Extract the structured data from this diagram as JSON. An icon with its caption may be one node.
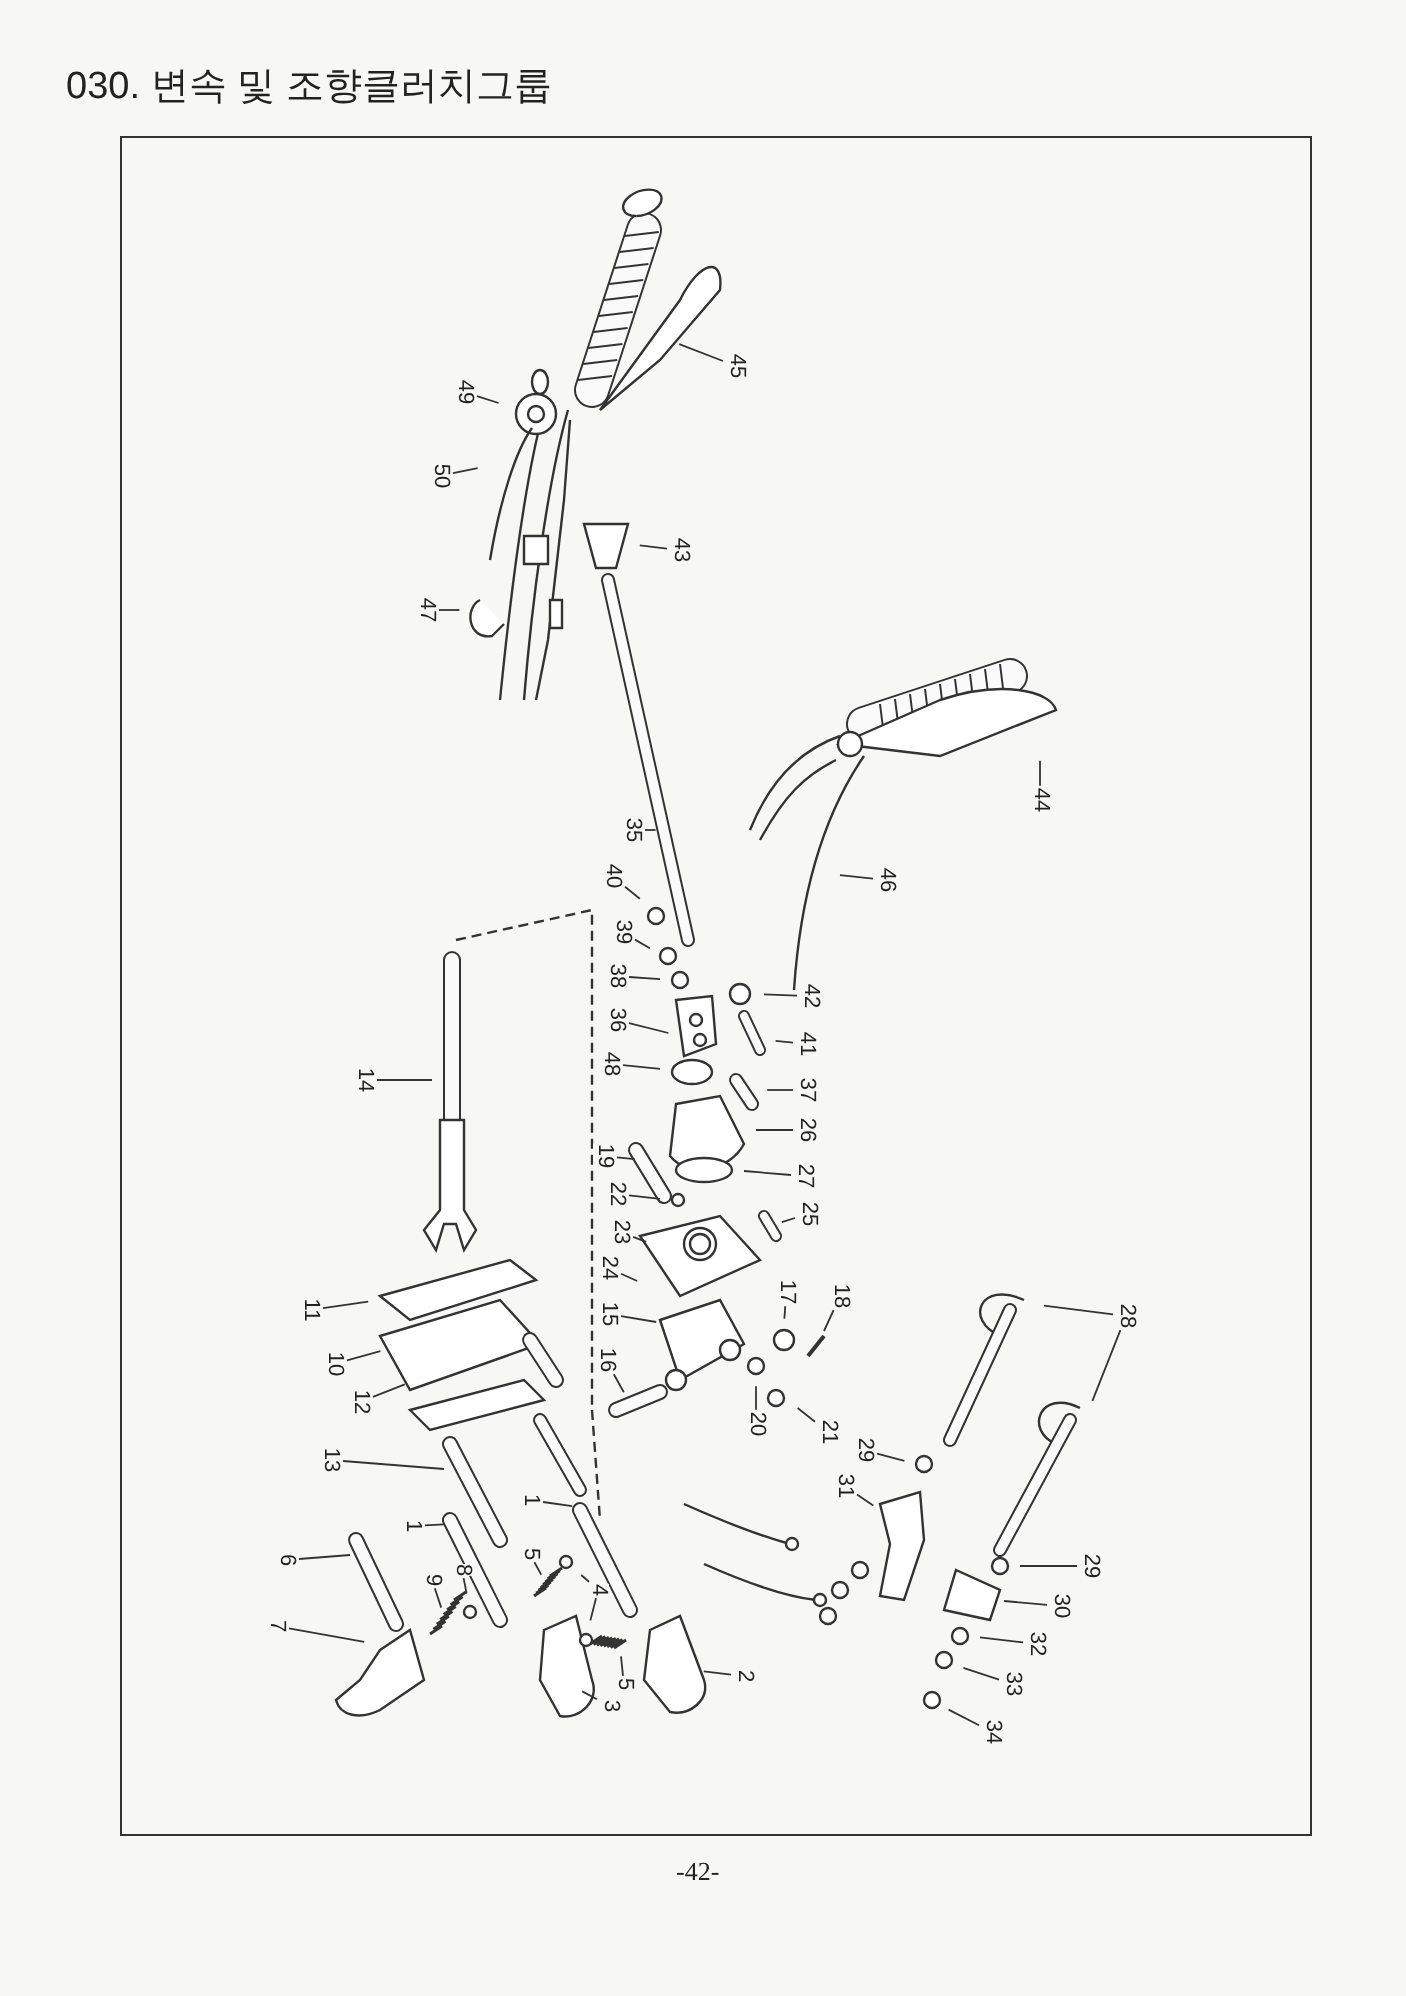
{
  "diagram": {
    "title": "030. 변속 및 조향클러치그룹",
    "nodes": [
      {
        "text": [
          "49"
        ]
      },
      {
        "text": [
          "45"
        ]
      },
      {
        "text": [
          "50"
        ]
      },
      {
        "text": [
          "43"
        ]
      },
      {
        "text": [
          "47"
        ]
      },
      {
        "text": [
          "44"
        ]
      },
      {
        "text": [
          "35"
        ]
      },
      {
        "text": [
          "40"
        ]
      },
      {
        "text": [
          "46"
        ]
      },
      {
        "text": [
          "39"
        ]
      },
      {
        "text": [
          "38"
        ]
      },
      {
        "text": [
          "42"
        ]
      },
      {
        "text": [
          "36"
        ]
      },
      {
        "text": [
          "41"
        ]
      },
      {
        "text": [
          "48"
        ]
      },
      {
        "text": [
          "37"
        ]
      },
      {
        "text": [
          "14"
        ]
      },
      {
        "text": [
          "26"
        ]
      },
      {
        "text": [
          "19"
        ]
      },
      {
        "text": [
          "27"
        ]
      },
      {
        "text": [
          "22"
        ]
      },
      {
        "text": [
          "25"
        ]
      },
      {
        "text": [
          "23"
        ]
      },
      {
        "text": [
          "24"
        ]
      },
      {
        "text": [
          "17"
        ]
      },
      {
        "text": [
          "18"
        ]
      },
      {
        "text": [
          "11"
        ]
      },
      {
        "text": [
          "15"
        ]
      },
      {
        "text": [
          "28"
        ]
      },
      {
        "text": [
          "10"
        ]
      },
      {
        "text": [
          "16"
        ]
      },
      {
        "text": [
          "12"
        ]
      },
      {
        "text": [
          "20"
        ]
      },
      {
        "text": [
          "21"
        ]
      },
      {
        "text": [
          "13"
        ]
      },
      {
        "text": [
          "29"
        ]
      },
      {
        "text": [
          "31"
        ]
      },
      {
        "text": [
          "1"
        ]
      },
      {
        "text": [
          "1"
        ]
      },
      {
        "text": [
          "6"
        ]
      },
      {
        "text": [
          "5"
        ]
      },
      {
        "text": [
          "4"
        ]
      },
      {
        "text": [
          "7"
        ]
      },
      {
        "text": [
          "9"
        ]
      },
      {
        "text": [
          "8"
        ]
      },
      {
        "text": [
          "29"
        ]
      },
      {
        "text": [
          "30"
        ]
      },
      {
        "text": [
          "5"
        ]
      },
      {
        "text": [
          "32"
        ]
      },
      {
        "text": [
          "2"
        ]
      },
      {
        "text": [
          "33"
        ]
      },
      {
        "text": [
          "3"
        ]
      },
      {
        "text": [
          "34"
        ]
      }
    ],
    "edges": [
      {
        "from": 0,
        "to": null,
        "arrow": "none"
      },
      {
        "from": 1,
        "to": null,
        "arrow": "none"
      },
      {
        "from": 2,
        "to": null,
        "arrow": "none"
      },
      {
        "from": 3,
        "to": null,
        "arrow": "none"
      },
      {
        "from": 4,
        "to": null,
        "arrow": "none"
      },
      {
        "from": 5,
        "to": null,
        "arrow": "none"
      },
      {
        "from": 6,
        "to": null,
        "arrow": "none"
      },
      {
        "from": 7,
        "to": null,
        "arrow": "none"
      },
      {
        "from": 8,
        "to": null,
        "arrow": "none"
      },
      {
        "from": 9,
        "to": null,
        "arrow": "none"
      },
      {
        "from": 10,
        "to": null,
        "arrow": "none"
      },
      {
        "from": 11,
        "to": null,
        "arrow": "none"
      },
      {
        "from": 12,
        "to": null,
        "arrow": "none"
      },
      {
        "from": 13,
        "to": null,
        "arrow": "none"
      },
      {
        "from": 14,
        "to": null,
        "arrow": "none"
      },
      {
        "from": 15,
        "to": null,
        "arrow": "none"
      },
      {
        "from": 16,
        "to": null,
        "arrow": "none"
      },
      {
        "from": 17,
        "to": null,
        "arrow": "none"
      },
      {
        "from": 18,
        "to": null,
        "arrow": "none"
      },
      {
        "from": 19,
        "to": null,
        "arrow": "none"
      },
      {
        "from": 20,
        "to": null,
        "arrow": "none"
      },
      {
        "from": 21,
        "to": null,
        "arrow": "none"
      },
      {
        "from": 22,
        "to": null,
        "arrow": "none"
      },
      {
        "from": 23,
        "to": null,
        "arrow": "none"
      },
      {
        "from": 24,
        "to": null,
        "arrow": "none"
      },
      {
        "from": 25,
        "to": null,
        "arrow": "none"
      },
      {
        "from": 26,
        "to": null,
        "arrow": "none"
      },
      {
        "from": 27,
        "to": null,
        "arrow": "none"
      },
      {
        "from": 28,
        "to": null,
        "arrow": "none"
      },
      {
        "from": 28,
        "to": null,
        "arrow": "none"
      },
      {
        "from": 29,
        "to": null,
        "arrow": "none"
      },
      {
        "from": 30,
        "to": null,
        "arrow": "none"
      },
      {
        "from": 31,
        "to": null,
        "arrow": "none"
      },
      {
        "from": 32,
        "to": null,
        "arrow": "none"
      },
      {
        "from": 33,
        "to": null,
        "arrow": "none"
      },
      {
        "from": 34,
        "to": null,
        "arrow": "none"
      },
      {
        "from": 35,
        "to": null,
        "arrow": "none"
      },
      {
        "from": 36,
        "to": null,
        "arrow": "none"
      },
      {
        "from": 37,
        "to": null,
        "arrow": "none"
      },
      {
        "from": 38,
        "to": null,
        "arrow": "none"
      },
      {
        "from": 39,
        "to": null,
        "arrow": "none"
      },
      {
        "from": 40,
        "to": null,
        "arrow": "none"
      },
      {
        "from": 41,
        "to": null,
        "arrow": "none"
      },
      {
        "from": 41,
        "to": null,
        "arrow": "none"
      },
      {
        "from": 42,
        "to": null,
        "arrow": "none"
      },
      {
        "from": 43,
        "to": null,
        "arrow": "none"
      },
      {
        "from": 44,
        "to": null,
        "arrow": "none"
      },
      {
        "from": 45,
        "to": null,
        "arrow": "none"
      },
      {
        "from": 46,
        "to": null,
        "arrow": "none"
      },
      {
        "from": 47,
        "to": null,
        "arrow": "none"
      },
      {
        "from": 48,
        "to": null,
        "arrow": "none"
      },
      {
        "from": 49,
        "to": null,
        "arrow": "none"
      },
      {
        "from": 50,
        "to": null,
        "arrow": "none"
      },
      {
        "from": 51,
        "to": null,
        "arrow": "none"
      },
      {
        "from": 52,
        "to": null,
        "arrow": "none"
      }
    ],
    "labels": [
      "-42-"
    ]
  }
}
